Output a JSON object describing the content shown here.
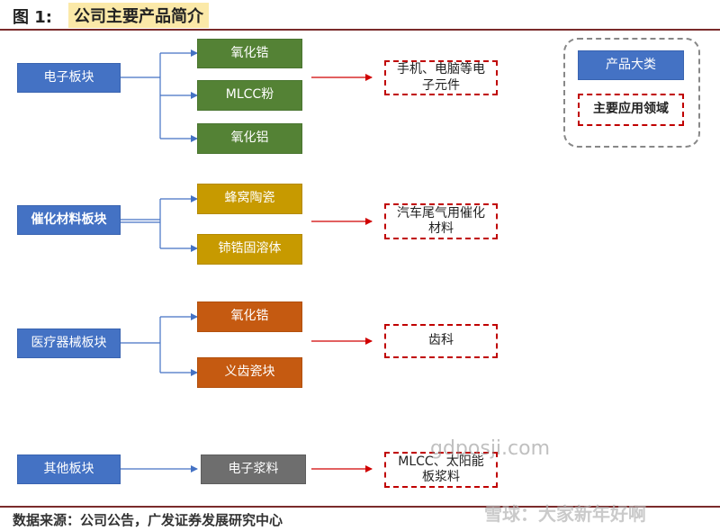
{
  "header": {
    "figure_label": "图 1:",
    "title": "公司主要产品简介"
  },
  "legend": {
    "category_label": "产品大类",
    "application_label": "主要应用领域"
  },
  "segments": [
    {
      "name": "电子板块",
      "products": [
        "氧化锆",
        "MLCC粉",
        "氧化铝"
      ],
      "application": "手机、电脑等电子元件"
    },
    {
      "name": "催化材料板块",
      "products": [
        "蜂窝陶瓷",
        "铈锆固溶体"
      ],
      "application": "汽车尾气用催化材料"
    },
    {
      "name": "医疗器械板块",
      "products": [
        "氧化锆",
        "义齿瓷块"
      ],
      "application": "齿科"
    },
    {
      "name": "其他板块",
      "products": [
        "电子浆料"
      ],
      "application": "MLCC、太阳能板浆料"
    }
  ],
  "footer": {
    "source": "数据来源：公司公告，广发证券发展研究中心"
  },
  "watermarks": {
    "site": "gdposji.com",
    "xueqiu": "雪球：大家新年好啊"
  },
  "colors": {
    "category": "#4472c4",
    "electronics_products": "#548235",
    "catalyst_products": "#c79a00",
    "medical_products": "#c55a11",
    "other_products": "#6e6e6e",
    "connector_blue": "#4472c4",
    "arrow_red": "#d00000",
    "title_highlight": "#fbe9a8"
  }
}
